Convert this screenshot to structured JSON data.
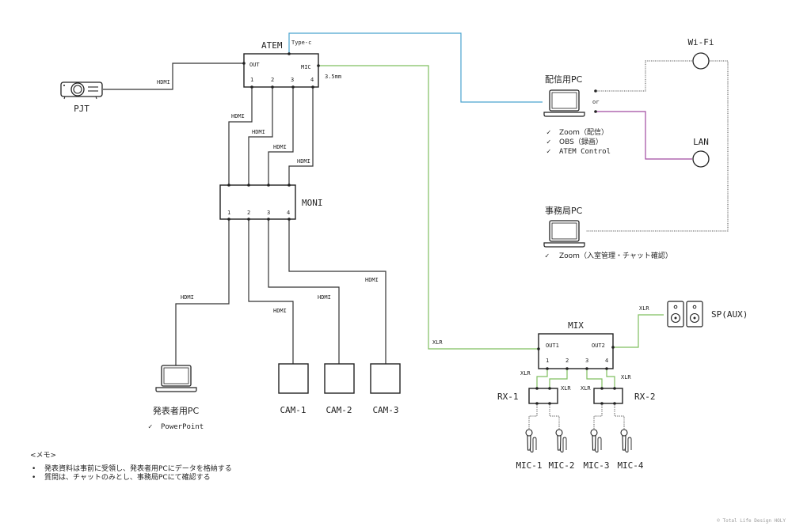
{
  "devices": {
    "atem": {
      "label": "ATEM",
      "out": "OUT",
      "mic": "MIC",
      "ports": [
        "1",
        "2",
        "3",
        "4"
      ],
      "typec": "Type-c",
      "mic_conn": "3.5mm"
    },
    "pjt": {
      "label": "PJT",
      "cable": "HDMI"
    },
    "moni": {
      "label": "MONI",
      "ports": [
        "1",
        "2",
        "3",
        "4"
      ]
    },
    "atem_moni_cables": [
      "HDMI",
      "HDMI",
      "HDMI",
      "HDMI"
    ],
    "moni_out_cables": [
      "HDMI",
      "HDMI",
      "HDMI",
      "HDMI"
    ],
    "presenter_pc": {
      "label": "発表者用PC",
      "apps": [
        "PowerPoint"
      ]
    },
    "cams": [
      "CAM-1",
      "CAM-2",
      "CAM-3"
    ],
    "stream_pc": {
      "label": "配信用PC",
      "or": "or",
      "apps": [
        "Zoom（配信）",
        "OBS（録画）",
        "ATEM Control"
      ]
    },
    "wifi": {
      "label": "Wi-Fi"
    },
    "lan": {
      "label": "LAN"
    },
    "office_pc": {
      "label": "事務局PC",
      "apps": [
        "Zoom（入室管理・チャット確認）"
      ]
    },
    "mix": {
      "label": "MIX",
      "out1": "OUT1",
      "out2": "OUT2",
      "ports": [
        "1",
        "2",
        "3",
        "4"
      ],
      "in_cable": "XLR",
      "out2_cable": "XLR",
      "port_cables": [
        "XLR",
        "XLR",
        "XLR",
        "XLR"
      ]
    },
    "speaker": {
      "label": "SP(AUX)"
    },
    "rx": [
      "RX-1",
      "RX-2"
    ],
    "mics": [
      "MIC-1",
      "MIC-2",
      "MIC-3",
      "MIC-4"
    ]
  },
  "check_mark": "✓",
  "memo": {
    "title": "<メモ>",
    "items": [
      "発表資料は事前に受領し、発表者用PCにデータを格納する",
      "質問は、チャットのみとし、事務局PCにて確認する"
    ]
  },
  "copyright": "© Total Life Design HOLY"
}
